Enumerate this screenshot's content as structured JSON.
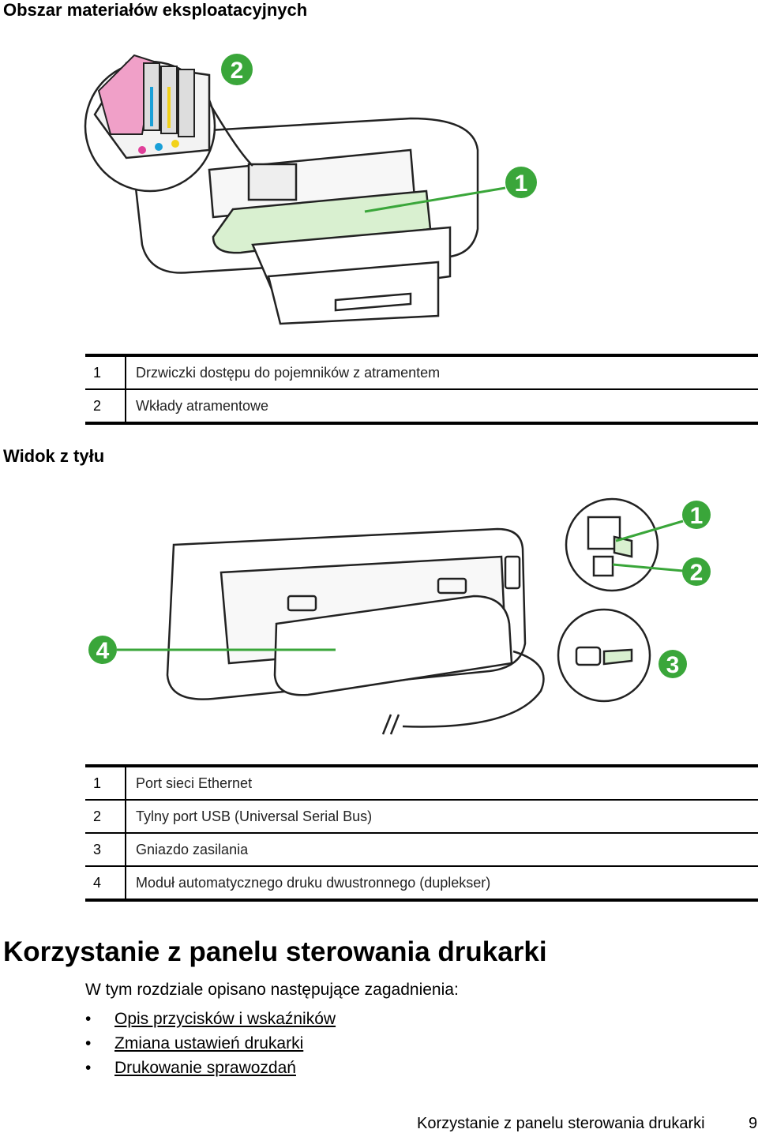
{
  "consumables_section": {
    "heading": "Obszar materiałów eksploatacyjnych",
    "legend": [
      {
        "num": "1",
        "text": "Drzwiczki dostępu do pojemników z atramentem"
      },
      {
        "num": "2",
        "text": "Wkłady atramentowe"
      }
    ],
    "callouts": [
      "2",
      "1"
    ]
  },
  "rear_section": {
    "heading": "Widok z tyłu",
    "legend": [
      {
        "num": "1",
        "text": "Port sieci Ethernet"
      },
      {
        "num": "2",
        "text": "Tylny port USB (Universal Serial Bus)"
      },
      {
        "num": "3",
        "text": "Gniazdo zasilania"
      },
      {
        "num": "4",
        "text": "Moduł automatycznego druku dwustronnego (duplekser)"
      }
    ],
    "callouts": [
      "1",
      "2",
      "3",
      "4"
    ]
  },
  "chapter": {
    "heading": "Korzystanie z panelu sterowania drukarki",
    "intro": "W tym rozdziale opisano następujące zagadnienia:",
    "topics": [
      "Opis przycisków i wskaźników",
      "Zmiana ustawień drukarki",
      "Drukowanie sprawozdań"
    ]
  },
  "footer": {
    "title": "Korzystanie z panelu sterowania drukarki",
    "page": "9"
  },
  "colors": {
    "callout": "#3aa63a",
    "highlight": "#d9f0d0",
    "magenta": "#e0409a",
    "cyan": "#1aa0d8",
    "yellow": "#f2d21a"
  }
}
